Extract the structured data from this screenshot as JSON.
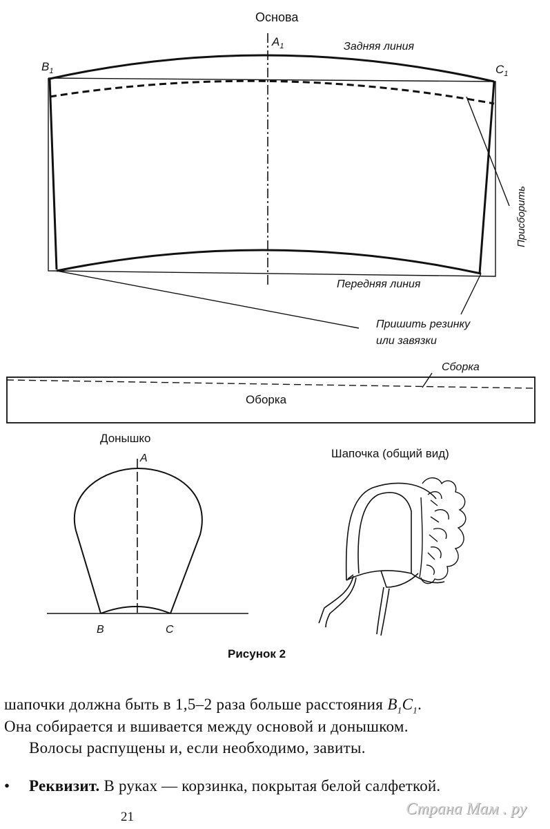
{
  "figure": {
    "osnova_title": "Основа",
    "label_a1": "A",
    "label_b1": "B",
    "label_c1": "C",
    "sub_1": "1",
    "back_line": "Задняя линия",
    "front_line": "Передняя линия",
    "gather_label": "Присборить",
    "elastic_line1": "Пришить резинку",
    "elastic_line2": "или завязки",
    "sborka_label": "Сборка",
    "oborka_title": "Оборка",
    "donyshko_title": "Донышко",
    "label_a": "A",
    "label_b": "B",
    "label_c": "C",
    "shapochka_title": "Шапочка (общий вид)",
    "caption": "Рисунок 2"
  },
  "text": {
    "line1_main": "шапочки должна быть в 1,5–2 раза больше расстояния",
    "line1_b": "B",
    "line1_c": "C",
    "line1_sub": "1",
    "line1_end": ".",
    "line2": "Она собирается и вшивается между основой и донышком.",
    "line3": "Волосы распущены и, если необходимо, завиты.",
    "bullet": "•",
    "line4_bold": "Реквизит.",
    "line4_rest": " В руках — корзинка, покрытая белой салфеткой."
  },
  "page_number": "21",
  "watermark": "Страна Мам . ру"
}
